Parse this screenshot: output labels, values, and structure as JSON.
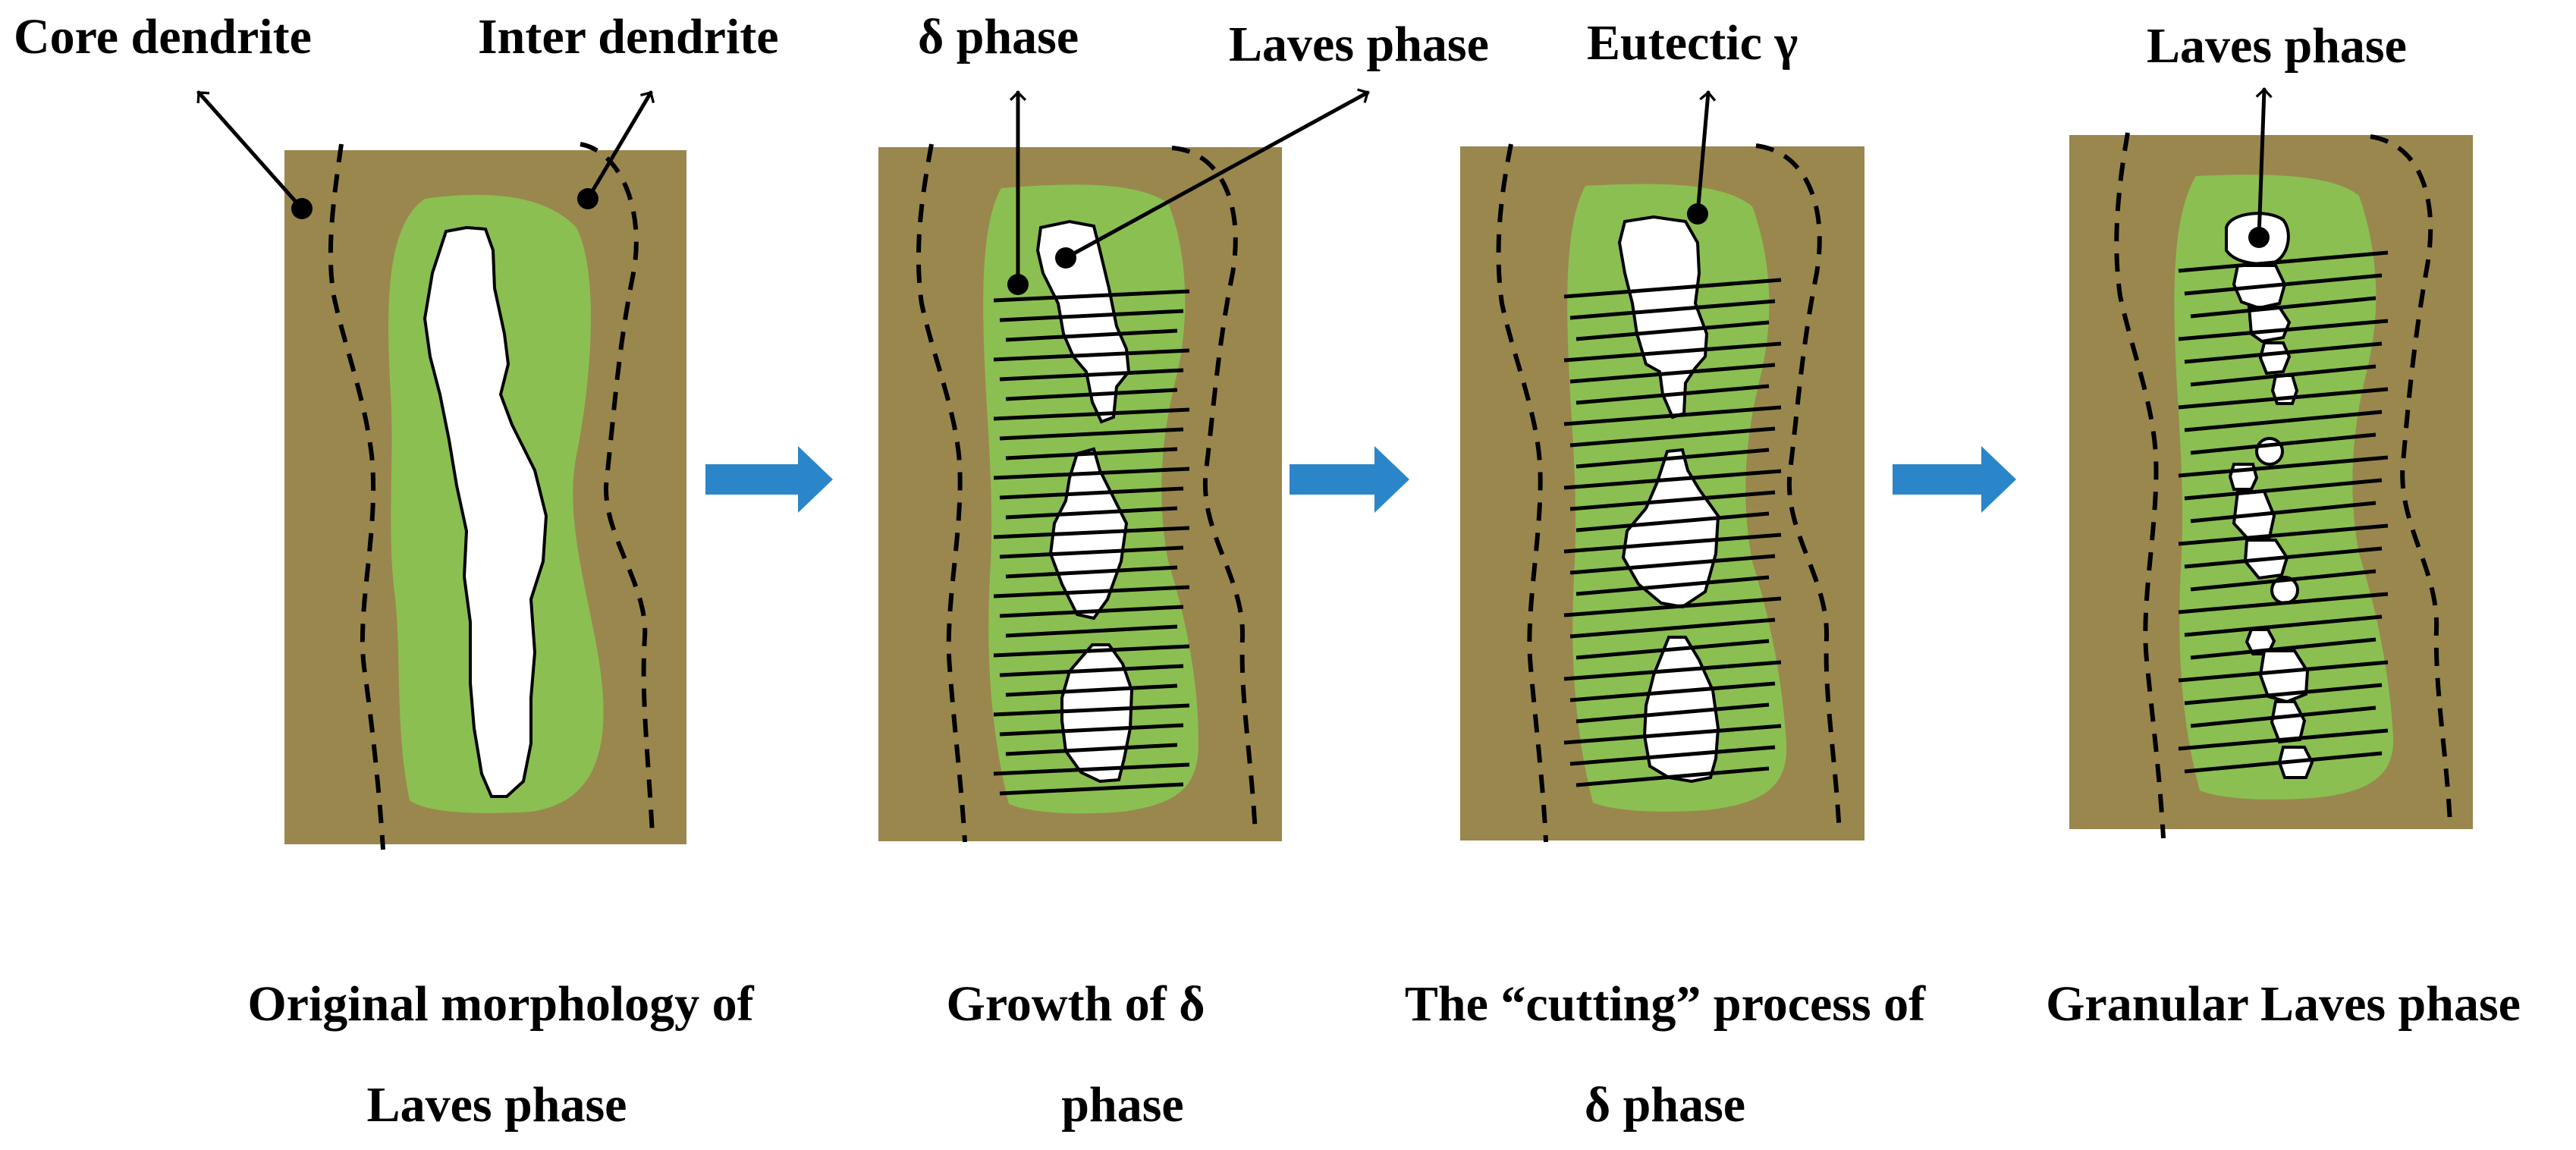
{
  "colors": {
    "matrix": "#9A874E",
    "interdendritic": "#8BBF52",
    "flow_arrow": "#2A86C8",
    "laves": "#FFFFFF",
    "ink": "#000000"
  },
  "labels": {
    "core_dendrite": "Core dendrite",
    "inter_dendrite": "Inter dendrite",
    "delta_phase": "δ phase",
    "laves_phase_2": "Laves phase",
    "eutectic_gamma": "Eutectic γ",
    "laves_phase_4": "Laves phase"
  },
  "captions": [
    {
      "line1": "Original morphology of",
      "line2": "Laves phase"
    },
    {
      "line1": "Growth of δ",
      "line2": "phase"
    },
    {
      "line1": "The “cutting” process of",
      "line2": "δ phase"
    },
    {
      "line1": "Granular Laves phase",
      "line2": ""
    }
  ],
  "flow_arrows": [
    "right-arrow",
    "right-arrow",
    "right-arrow"
  ]
}
